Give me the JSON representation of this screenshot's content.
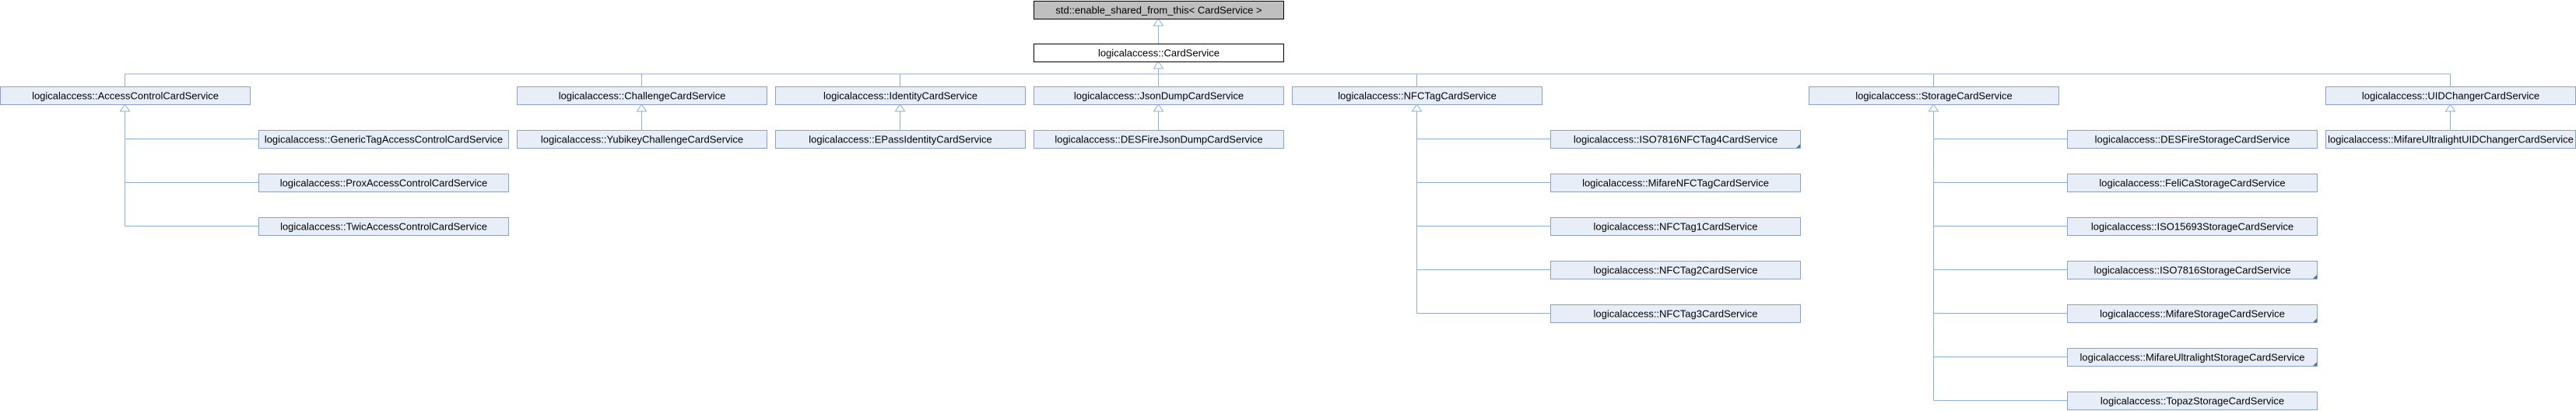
{
  "diagram": {
    "type": "class-inheritance",
    "colors": {
      "background": "#ffffff",
      "node_fill": "#e8eef7",
      "node_border": "#8ca0c8",
      "focus_fill": "#ffffff",
      "focus_border": "#000000",
      "base_fill": "#bfbfbf",
      "base_border": "#000000",
      "edge": "#8fb0d8",
      "text": "#000000"
    },
    "nodes": [
      {
        "id": "enable_shared",
        "label": "std::enable_shared_from_this< CardService >",
        "kind": "base"
      },
      {
        "id": "card_service",
        "label": "logicalaccess::CardService",
        "kind": "focus"
      },
      {
        "id": "access_control",
        "label": "logicalaccess::AccessControlCardService"
      },
      {
        "id": "generic_tag",
        "label": "logicalaccess::GenericTagAccessControlCardService"
      },
      {
        "id": "prox",
        "label": "logicalaccess::ProxAccessControlCardService"
      },
      {
        "id": "twic",
        "label": "logicalaccess::TwicAccessControlCardService"
      },
      {
        "id": "challenge",
        "label": "logicalaccess::ChallengeCardService"
      },
      {
        "id": "yubikey",
        "label": "logicalaccess::YubikeyChallengeCardService"
      },
      {
        "id": "identity",
        "label": "logicalaccess::IdentityCardService"
      },
      {
        "id": "epass",
        "label": "logicalaccess::EPassIdentityCardService"
      },
      {
        "id": "json_dump",
        "label": "logicalaccess::JsonDumpCardService"
      },
      {
        "id": "desfire_json",
        "label": "logicalaccess::DESFireJsonDumpCardService"
      },
      {
        "id": "nfc_tag",
        "label": "logicalaccess::NFCTagCardService"
      },
      {
        "id": "iso7816_nfc4",
        "label": "logicalaccess::ISO7816NFCTag4CardService",
        "has_more": true
      },
      {
        "id": "mifare_nfc",
        "label": "logicalaccess::MifareNFCTagCardService"
      },
      {
        "id": "nfc1",
        "label": "logicalaccess::NFCTag1CardService"
      },
      {
        "id": "nfc2",
        "label": "logicalaccess::NFCTag2CardService"
      },
      {
        "id": "nfc3",
        "label": "logicalaccess::NFCTag3CardService"
      },
      {
        "id": "storage",
        "label": "logicalaccess::StorageCardService"
      },
      {
        "id": "desfire_storage",
        "label": "logicalaccess::DESFireStorageCardService"
      },
      {
        "id": "felica_storage",
        "label": "logicalaccess::FeliCaStorageCardService"
      },
      {
        "id": "iso15693_storage",
        "label": "logicalaccess::ISO15693StorageCardService"
      },
      {
        "id": "iso7816_storage",
        "label": "logicalaccess::ISO7816StorageCardService",
        "has_more": true
      },
      {
        "id": "mifare_storage",
        "label": "logicalaccess::MifareStorageCardService",
        "has_more": true
      },
      {
        "id": "mifare_ul_storage",
        "label": "logicalaccess::MifareUltralightStorageCardService",
        "has_more": true
      },
      {
        "id": "topaz_storage",
        "label": "logicalaccess::TopazStorageCardService"
      },
      {
        "id": "uid_changer",
        "label": "logicalaccess::UIDChangerCardService"
      },
      {
        "id": "mifare_ul_uid",
        "label": "logicalaccess::MifareUltralightUIDChangerCardService"
      }
    ],
    "edges": [
      {
        "from": "card_service",
        "to": "enable_shared"
      },
      {
        "from": "access_control",
        "to": "card_service"
      },
      {
        "from": "challenge",
        "to": "card_service"
      },
      {
        "from": "identity",
        "to": "card_service"
      },
      {
        "from": "json_dump",
        "to": "card_service"
      },
      {
        "from": "nfc_tag",
        "to": "card_service"
      },
      {
        "from": "storage",
        "to": "card_service"
      },
      {
        "from": "uid_changer",
        "to": "card_service"
      },
      {
        "from": "generic_tag",
        "to": "access_control"
      },
      {
        "from": "prox",
        "to": "access_control"
      },
      {
        "from": "twic",
        "to": "access_control"
      },
      {
        "from": "yubikey",
        "to": "challenge"
      },
      {
        "from": "epass",
        "to": "identity"
      },
      {
        "from": "desfire_json",
        "to": "json_dump"
      },
      {
        "from": "iso7816_nfc4",
        "to": "nfc_tag"
      },
      {
        "from": "mifare_nfc",
        "to": "nfc_tag"
      },
      {
        "from": "nfc1",
        "to": "nfc_tag"
      },
      {
        "from": "nfc2",
        "to": "nfc_tag"
      },
      {
        "from": "nfc3",
        "to": "nfc_tag"
      },
      {
        "from": "desfire_storage",
        "to": "storage"
      },
      {
        "from": "felica_storage",
        "to": "storage"
      },
      {
        "from": "iso15693_storage",
        "to": "storage"
      },
      {
        "from": "iso7816_storage",
        "to": "storage"
      },
      {
        "from": "mifare_storage",
        "to": "storage"
      },
      {
        "from": "mifare_ul_storage",
        "to": "storage"
      },
      {
        "from": "topaz_storage",
        "to": "storage"
      },
      {
        "from": "mifare_ul_uid",
        "to": "uid_changer"
      }
    ]
  }
}
